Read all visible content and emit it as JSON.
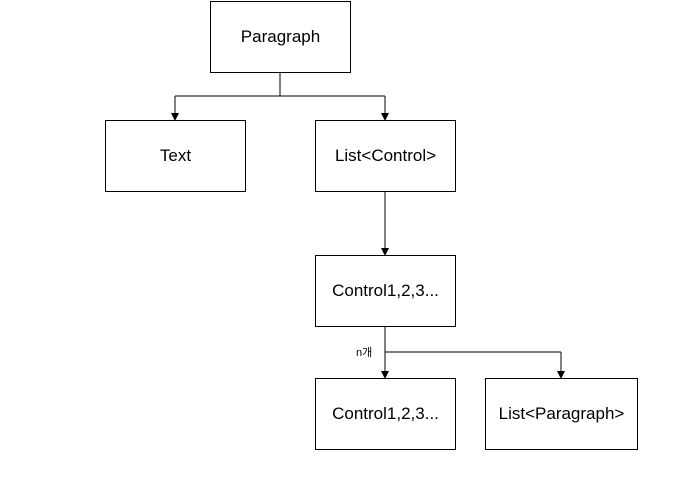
{
  "nodes": {
    "paragraph": "Paragraph",
    "text": "Text",
    "list_control": "List<Control>",
    "control_a": "Control1,2,3...",
    "control_b": "Control1,2,3...",
    "list_paragraph": "List<Paragraph>"
  },
  "edge_label": "n개"
}
